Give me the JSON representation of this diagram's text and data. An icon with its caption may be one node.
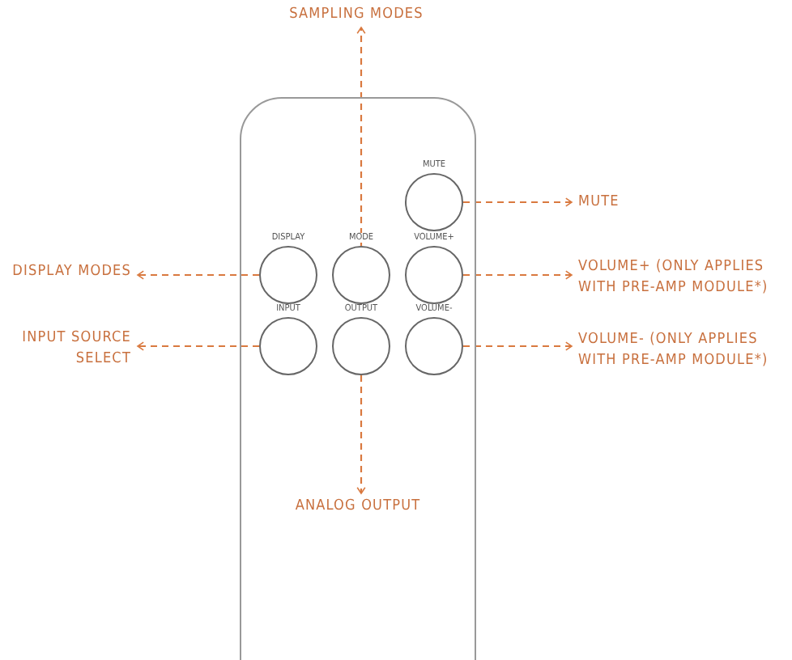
{
  "diagram": {
    "nodes": [
      {
        "text": [],
        "shape": "box"
      },
      {
        "text": [
          "MUTE"
        ],
        "in": 0
      },
      {
        "text": [
          "DISPLAY"
        ],
        "in": 0
      },
      {
        "text": [
          "MODE"
        ],
        "in": 0
      },
      {
        "text": [
          "VOLUME+"
        ],
        "in": 0
      },
      {
        "text": [
          "INPUT"
        ],
        "in": 0
      },
      {
        "text": [
          "OUTPUT"
        ],
        "in": 0
      },
      {
        "text": [
          "VOLUME-"
        ],
        "in": 0
      },
      {
        "text": [
          "SAMPLING MODES"
        ]
      },
      {
        "text": [
          "MUTE"
        ]
      },
      {
        "text": [
          "DISPLAY MODES"
        ]
      },
      {
        "text": [
          "VOLUME+ (ONLY APPLIES WITH PRE-AMP MODULE*)"
        ]
      },
      {
        "text": [
          "INPUT SOURCE SELECT"
        ]
      },
      {
        "text": [
          "VOLUME- (ONLY APPLIES WITH PRE-AMP MODULE*)"
        ]
      },
      {
        "text": [
          "ANALOG OUTPUT"
        ],
        "in": 0
      }
    ],
    "edges": [
      {
        "from": 3,
        "to": 8,
        "arrow": "to",
        "style": "dashed"
      },
      {
        "from": 1,
        "to": 9,
        "arrow": "to",
        "style": "dashed"
      },
      {
        "from": 2,
        "to": 10,
        "arrow": "to",
        "style": "dashed"
      },
      {
        "from": 4,
        "to": 11,
        "arrow": "to",
        "style": "dashed"
      },
      {
        "from": 5,
        "to": 12,
        "arrow": "to",
        "style": "dashed"
      },
      {
        "from": 7,
        "to": 13,
        "arrow": "to",
        "style": "dashed"
      },
      {
        "from": 6,
        "to": 14,
        "arrow": "to",
        "style": "dashed"
      }
    ]
  }
}
